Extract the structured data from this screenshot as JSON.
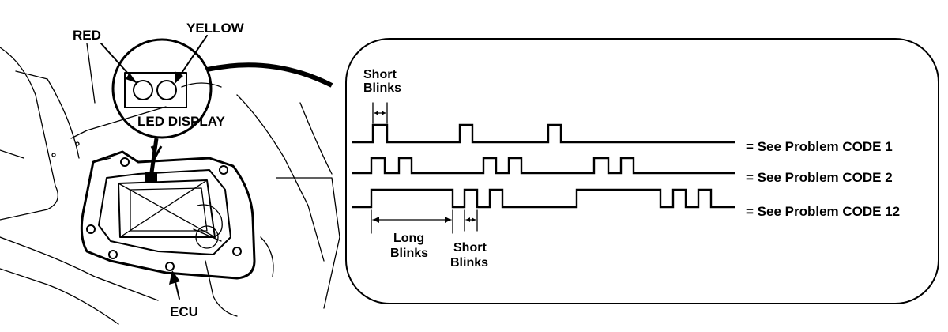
{
  "left_figure": {
    "red_label": "RED",
    "yellow_label": "YELLOW",
    "led_display_label": "LED DISPLAY",
    "ecu_label": "ECU"
  },
  "timing_panel": {
    "top_short_label_line1": "Short",
    "top_short_label_line2": "Blinks",
    "long_label_line1": "Long",
    "long_label_line2": "Blinks",
    "bottom_short_label_line1": "Short",
    "bottom_short_label_line2": "Blinks",
    "rows": [
      {
        "label": "= See Problem CODE 1",
        "long_pulses": 0,
        "short_pulses": 1
      },
      {
        "label": "= See Problem CODE 2",
        "long_pulses": 0,
        "short_pulses": 2
      },
      {
        "label": "= See Problem CODE 12",
        "long_pulses": 1,
        "short_pulses": 2
      }
    ]
  }
}
